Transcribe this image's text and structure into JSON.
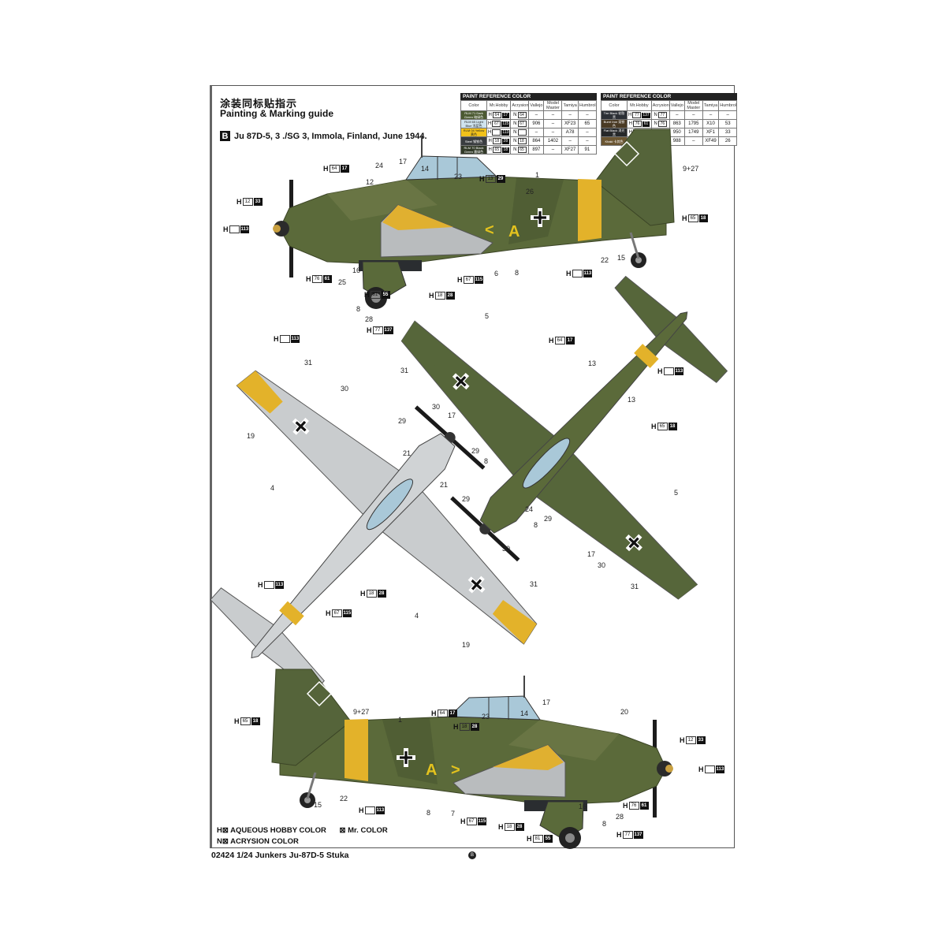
{
  "header": {
    "title_cn": "涂装同标贴指示",
    "title_en": "Painting & Marking guide",
    "scheme_letter": "B",
    "scheme_text": "Ju 87D-5, 3 ./SG 3, Immola, Finland, June 1944."
  },
  "paint_tables": [
    {
      "caption": "PAINT REFERENCE COLOR",
      "headers": [
        "Color",
        "Mr.Hobby",
        "Acrysion",
        "Vallejo",
        "Model Master",
        "Tamiya",
        "Humbrol"
      ],
      "rows": [
        {
          "color": "RLM 71 Dark Green 暗绿色",
          "swatch": "#4c5a32",
          "h": "64",
          "m": "17",
          "n": "64",
          "vallejo": "–",
          "model_master": "–",
          "tamiya": "–",
          "humbrol": "–"
        },
        {
          "color": "RLM 65 Light Blue 浅蓝色",
          "swatch": "#cfe3ee",
          "h": "67",
          "m": "115",
          "n": "67",
          "vallejo": "906",
          "model_master": "–",
          "tamiya": "XF23",
          "humbrol": "65"
        },
        {
          "color": "RLM 04 Yellow 黄色",
          "swatch": "#f2c21b",
          "h": "",
          "m": "113",
          "n": "",
          "vallejo": "–",
          "model_master": "–",
          "tamiya": "A78",
          "humbrol": "–"
        },
        {
          "color": "Steel 钢铁色",
          "swatch": "#3a3d40",
          "h": "18",
          "m": "28",
          "n": "18",
          "vallejo": "864",
          "model_master": "1402",
          "tamiya": "–",
          "humbrol": "–"
        },
        {
          "color": "RLM 70 Black Green 墨绿色",
          "swatch": "#323a28",
          "h": "65",
          "m": "18",
          "n": "65",
          "vallejo": "897",
          "model_master": "–",
          "tamiya": "XF27",
          "humbrol": "91"
        }
      ]
    },
    {
      "caption": "PAINT REFERENCE COLOR",
      "headers": [
        "Color",
        "Mr.Hobby",
        "Acrysion",
        "Vallejo",
        "Model Master",
        "Tamiya",
        "Humbrol"
      ],
      "rows": [
        {
          "color": "Tire Black 轮胎黑",
          "swatch": "#2c3036",
          "h": "77",
          "m": "137",
          "n": "77",
          "vallejo": "–",
          "model_master": "–",
          "tamiya": "–",
          "humbrol": "–"
        },
        {
          "color": "Burnt Iron 烧铁色",
          "swatch": "#4a3a24",
          "h": "76",
          "m": "61",
          "n": "76",
          "vallejo": "863",
          "model_master": "1795",
          "tamiya": "X10",
          "humbrol": "53"
        },
        {
          "color": "Flat Black 消光黑",
          "swatch": "#26282a",
          "h": "12",
          "m": "33",
          "n": "12",
          "vallejo": "950",
          "model_master": "1749",
          "tamiya": "XF1",
          "humbrol": "33"
        },
        {
          "color": "Khaki 卡其色",
          "swatch": "#6b5632",
          "h": "81",
          "m": "55",
          "n": "81",
          "vallejo": "988",
          "model_master": "–",
          "tamiya": "XF49",
          "humbrol": "26"
        }
      ]
    }
  ],
  "markings": {
    "fuselage_letter": "A",
    "chevron": "<",
    "chevron_bottom": ">",
    "fuselage_letter_bottom": "A"
  },
  "callouts": {
    "side_top": [
      "24",
      "17",
      "14",
      "12",
      "23",
      "1",
      "26",
      "9+27",
      "16",
      "25",
      "6",
      "8",
      "22",
      "15",
      "8",
      "28"
    ],
    "underside": [
      "31",
      "30",
      "19",
      "29",
      "21",
      "21",
      "4",
      "29",
      "30",
      "31",
      "4",
      "19"
    ],
    "top_view": [
      "5",
      "31",
      "13",
      "30",
      "17",
      "13",
      "29",
      "8",
      "24",
      "29",
      "8",
      "5",
      "17",
      "30",
      "31"
    ],
    "side_bottom": [
      "9+27",
      "1",
      "23",
      "14",
      "17",
      "20",
      "15",
      "22",
      "8",
      "7",
      "16",
      "28",
      "8"
    ]
  },
  "badges": {
    "side_top": [
      {
        "h": "64",
        "m": "17"
      },
      {
        "h": "12",
        "m": "33"
      },
      {
        "h": "",
        "m": "113"
      },
      {
        "h": "13",
        "m": "29"
      },
      {
        "h": "65",
        "m": "18"
      },
      {
        "h": "76",
        "m": "61"
      },
      {
        "h": "67",
        "m": "115"
      },
      {
        "h": "81",
        "m": "55"
      },
      {
        "h": "18",
        "m": "28"
      },
      {
        "h": "",
        "m": "113"
      },
      {
        "h": "77",
        "m": "137"
      }
    ],
    "underside": [
      {
        "h": "",
        "m": "113"
      },
      {
        "h": "18",
        "m": "28"
      },
      {
        "h": "",
        "m": "113"
      },
      {
        "h": "67",
        "m": "115"
      }
    ],
    "top_view": [
      {
        "h": "64",
        "m": "17"
      },
      {
        "h": "",
        "m": "113"
      },
      {
        "h": "65",
        "m": "18"
      }
    ],
    "side_bottom": [
      {
        "h": "65",
        "m": "18"
      },
      {
        "h": "64",
        "m": "17"
      },
      {
        "h": "18",
        "m": "28"
      },
      {
        "h": "12",
        "m": "33"
      },
      {
        "h": "",
        "m": "113"
      },
      {
        "h": "",
        "m": "113"
      },
      {
        "h": "76",
        "m": "61"
      },
      {
        "h": "67",
        "m": "115"
      },
      {
        "h": "18",
        "m": "28"
      },
      {
        "h": "81",
        "m": "55"
      },
      {
        "h": "77",
        "m": "137"
      }
    ]
  },
  "badge_prefix": "H",
  "legend": {
    "h_label": "H⊠ AQUEOUS HOBBY COLOR",
    "mr_label": "⊠ Mr. COLOR",
    "n_label": "N⊠ ACRYSION COLOR"
  },
  "footer": {
    "title": "02424 1/24 Junkers Ju-87D-5 Stuka",
    "page_mark": "B"
  }
}
